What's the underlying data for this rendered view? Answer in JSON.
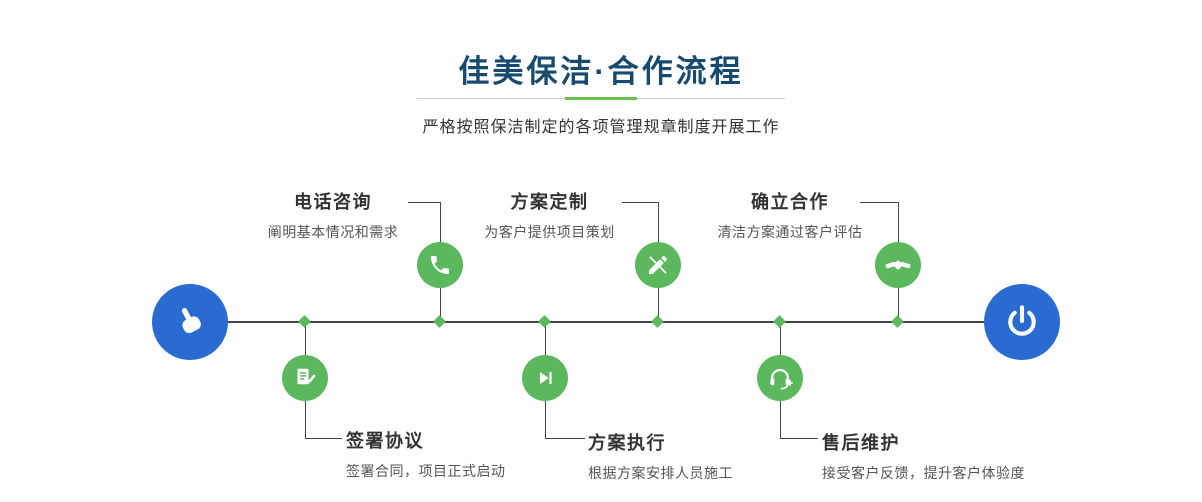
{
  "header": {
    "title": "佳美保洁·合作流程",
    "subtitle": "严格按照保洁制定的各项管理规章制度开展工作"
  },
  "colors": {
    "green": "#5cb85c",
    "blue": "#2a6bd2",
    "navy": "#174a6f",
    "line": "#444444",
    "text": "#333333",
    "desc": "#555555",
    "divider": "#cccccc",
    "divider_accent": "#6abf4b"
  },
  "flow": {
    "start_icon": "hand-pointer-icon",
    "end_icon": "power-icon",
    "steps_top": [
      {
        "title": "电话咨询",
        "desc": "阐明基本情况和需求",
        "icon": "phone-icon"
      },
      {
        "title": "方案定制",
        "desc": "为客户提供项目策划",
        "icon": "pencil-icon"
      },
      {
        "title": "确立合作",
        "desc": "清洁方案通过客户评估",
        "icon": "handshake-icon"
      }
    ],
    "steps_bottom": [
      {
        "title": "签署协议",
        "desc": "签署合同，项目正式启动",
        "icon": "contract-icon"
      },
      {
        "title": "方案执行",
        "desc": "根据方案安排人员施工",
        "icon": "play-icon"
      },
      {
        "title": "售后维护",
        "desc": "接受客户反馈，提升客户体验度",
        "icon": "headset-icon"
      }
    ]
  }
}
